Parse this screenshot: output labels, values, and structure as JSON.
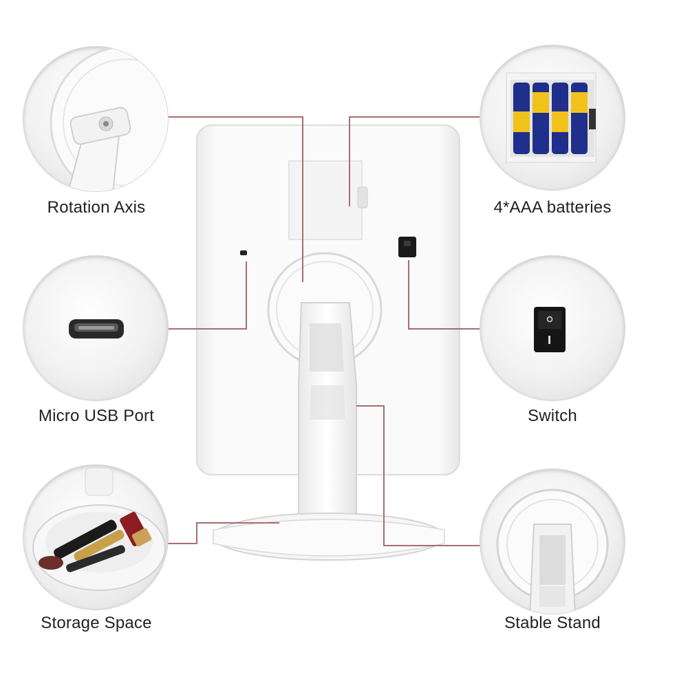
{
  "callouts": {
    "rotation_axis": "Rotation Axis",
    "batteries": "4*AAA batteries",
    "micro_usb": "Micro USB Port",
    "switch": "Switch",
    "storage": "Storage Space",
    "stand": "Stable Stand"
  },
  "colors": {
    "leader_line": "#a86d6d",
    "label_text": "#222222",
    "mirror_body": "#f7f7f7"
  }
}
